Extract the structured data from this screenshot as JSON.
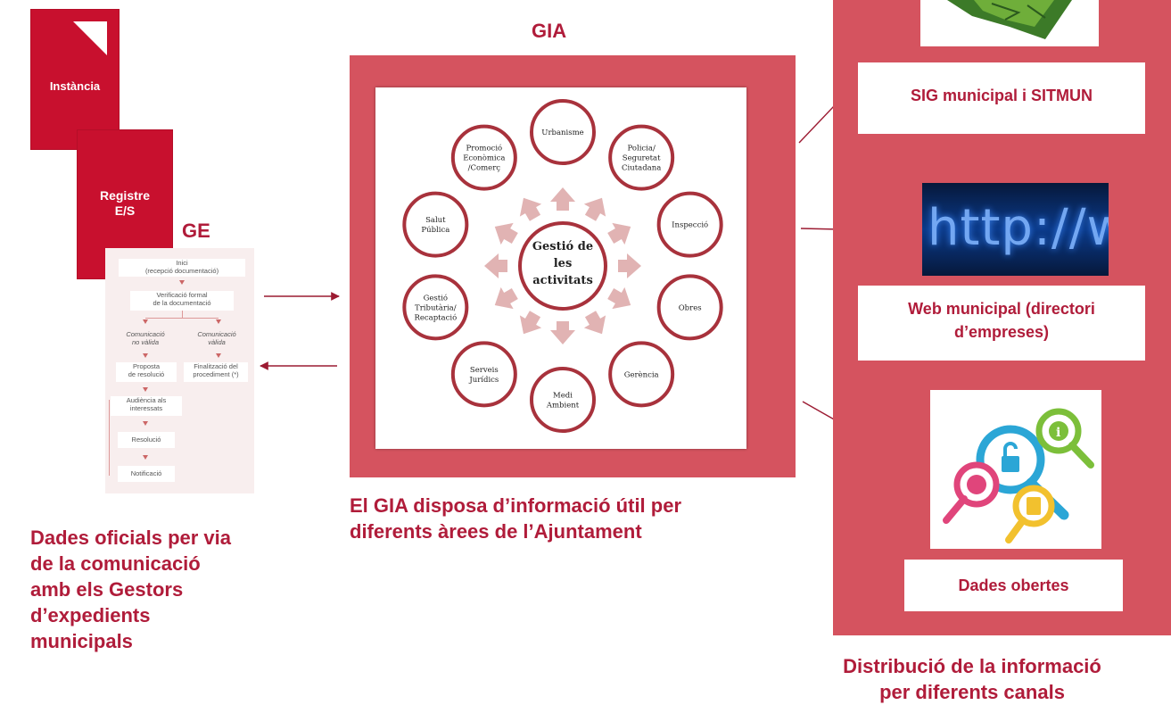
{
  "left": {
    "instancia": "Instància",
    "registre_line1": "Registre",
    "registre_line2": "E/S",
    "ge_title": "GE",
    "flow": {
      "inici": [
        "Inici",
        "(recepció documentació)"
      ],
      "verificacio": [
        "Verificació formal",
        "de la documentació"
      ],
      "no_valida": [
        "Comunicació",
        "no vàlida"
      ],
      "valida": [
        "Comunicació",
        "vàlida"
      ],
      "proposta": [
        "Proposta",
        "de resolució"
      ],
      "finalitzacio": [
        "Finalització del",
        "procediment (*)"
      ],
      "audiencia": [
        "Audiència als",
        "interessats"
      ],
      "resolucio": "Resolució",
      "notificacio": "Notificació"
    },
    "caption": [
      "Dades oficials per via",
      "de la comunicació",
      "amb els Gestors",
      "d’expedients",
      "municipals"
    ]
  },
  "gia": {
    "title": "GIA",
    "center": [
      "Gestió de",
      "les",
      "activitats"
    ],
    "areas": [
      [
        "Urbanisme"
      ],
      [
        "Policia/",
        "Seguretat",
        "Ciutadana"
      ],
      [
        "Inspecció"
      ],
      [
        "Obres"
      ],
      [
        "Gerència"
      ],
      [
        "Medi",
        "Ambient"
      ],
      [
        "Serveis",
        "Jurídics"
      ],
      [
        "Gestió",
        "Tributària/",
        "Recaptació"
      ],
      [
        "Salut",
        "Pública"
      ],
      [
        "Promoció",
        "Econòmica",
        "/Comerç"
      ]
    ],
    "caption": [
      "El GIA disposa d’informació útil per",
      "diferents àrees de l’Ajuntament"
    ]
  },
  "right": {
    "sig": "SIG municipal i SITMUN",
    "web": [
      "Web municipal (directori",
      "d’empreses)"
    ],
    "http_text": "http://www",
    "dades": "Dades obertes",
    "caption": [
      "Distribució de la informació",
      "per diferents canals"
    ]
  },
  "colors": {
    "accent": "#c8102e",
    "panel": "#d5535f",
    "text": "#b01c3a"
  }
}
